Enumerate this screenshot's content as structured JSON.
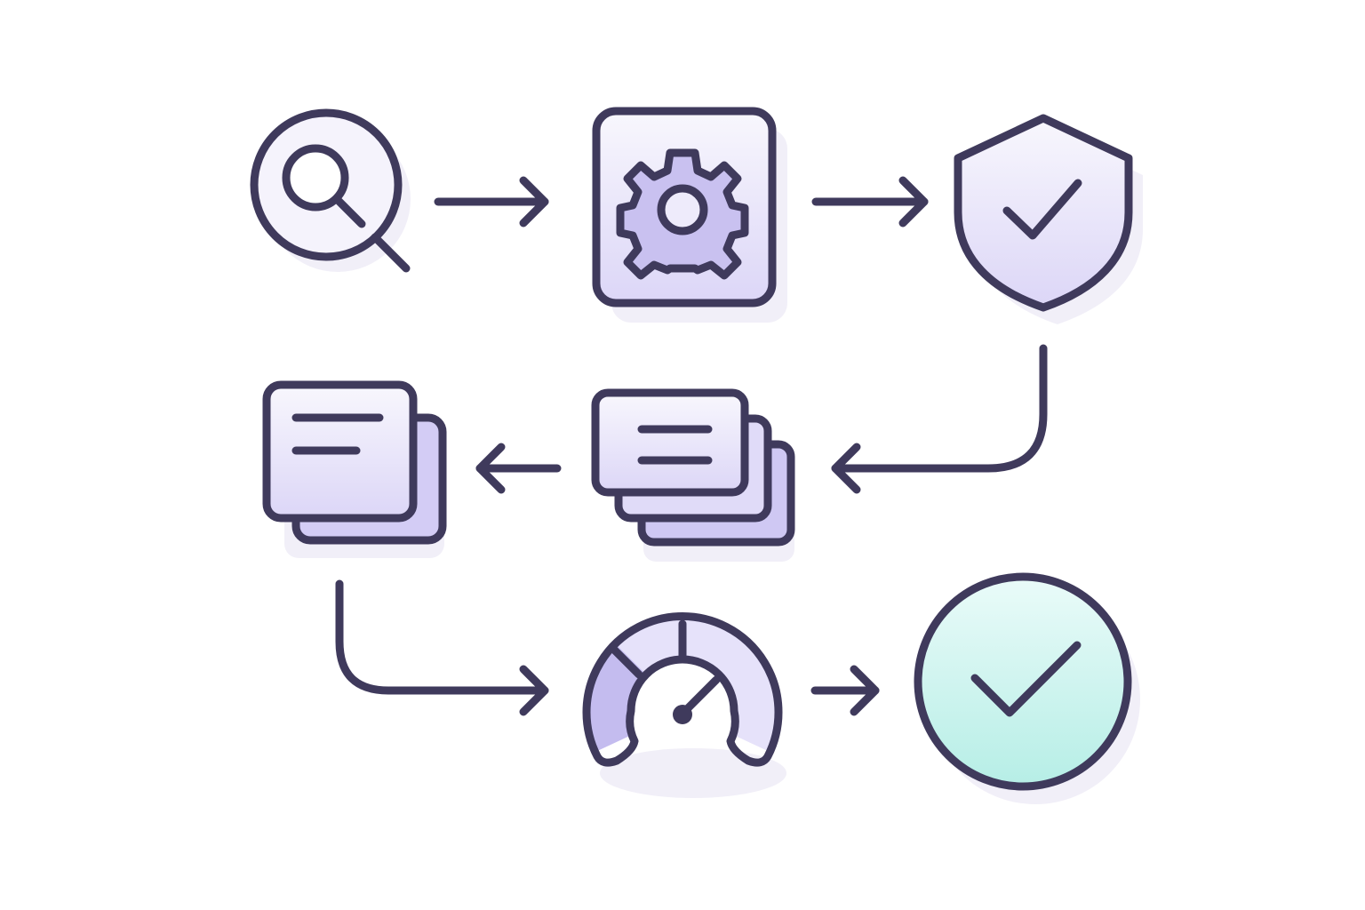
{
  "diagram": {
    "colors": {
      "stroke": "#3f3a5c",
      "fill_light": "#f4f2fc",
      "fill_lavender": "#dcd6f7",
      "fill_lavender_dark": "#c4bcef",
      "fill_mint_light": "#e8fbf8",
      "fill_mint": "#b8efe7",
      "shadow": "#efedf7",
      "background": "#ffffff"
    },
    "nodes": [
      {
        "id": "search",
        "icon": "magnifier-icon"
      },
      {
        "id": "process",
        "icon": "gear-icon"
      },
      {
        "id": "secure",
        "icon": "shield-check-icon"
      },
      {
        "id": "batch",
        "icon": "stacked-cards-icon"
      },
      {
        "id": "document",
        "icon": "document-stack-icon"
      },
      {
        "id": "performance",
        "icon": "gauge-icon"
      },
      {
        "id": "done",
        "icon": "check-circle-icon"
      }
    ],
    "edges": [
      {
        "from": "search",
        "to": "process"
      },
      {
        "from": "process",
        "to": "secure"
      },
      {
        "from": "secure",
        "to": "batch"
      },
      {
        "from": "batch",
        "to": "document"
      },
      {
        "from": "document",
        "to": "performance"
      },
      {
        "from": "performance",
        "to": "done"
      }
    ]
  }
}
